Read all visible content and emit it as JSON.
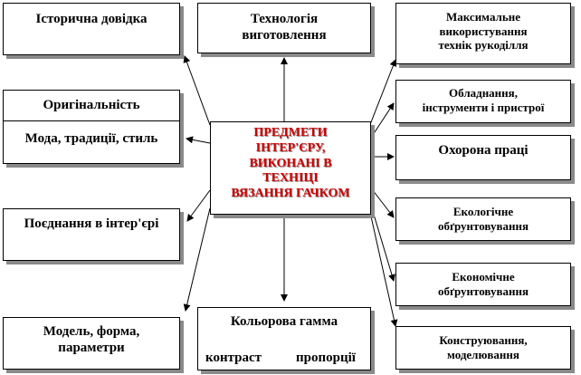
{
  "center": {
    "lines": [
      "ПРЕДМЕТИ",
      "ІНТЕР'ЄРУ,",
      "ВИКОНАНІ В",
      "ТЕХНІЦІ",
      "ВЯЗАННЯ ГАЧКОМ"
    ]
  },
  "left": {
    "history": "Історична довідка",
    "originality_title": "Оригінальність",
    "originality_sub": "Мода, традиції, стиль",
    "interior": "Поєднання в інтер'єрі",
    "model": [
      "Модель, форма,",
      "параметри"
    ]
  },
  "middle": {
    "technology": [
      "Технологія",
      "виготовлення"
    ],
    "color_title": "Кольорова гамма",
    "contrast": "контраст",
    "proportions": "пропорції"
  },
  "right": {
    "max_use": [
      "Максимальне",
      "використування",
      "технік рукоділля"
    ],
    "equipment": [
      "Обладнання,",
      "інструменти і пристрої"
    ],
    "labor": "Охорона праці",
    "ecology": [
      "Екологічне",
      "обґрунтовування"
    ],
    "economy": [
      "Економічне",
      "обґрунтовування"
    ],
    "construction": [
      "Конструювання,",
      "моделювання"
    ]
  }
}
